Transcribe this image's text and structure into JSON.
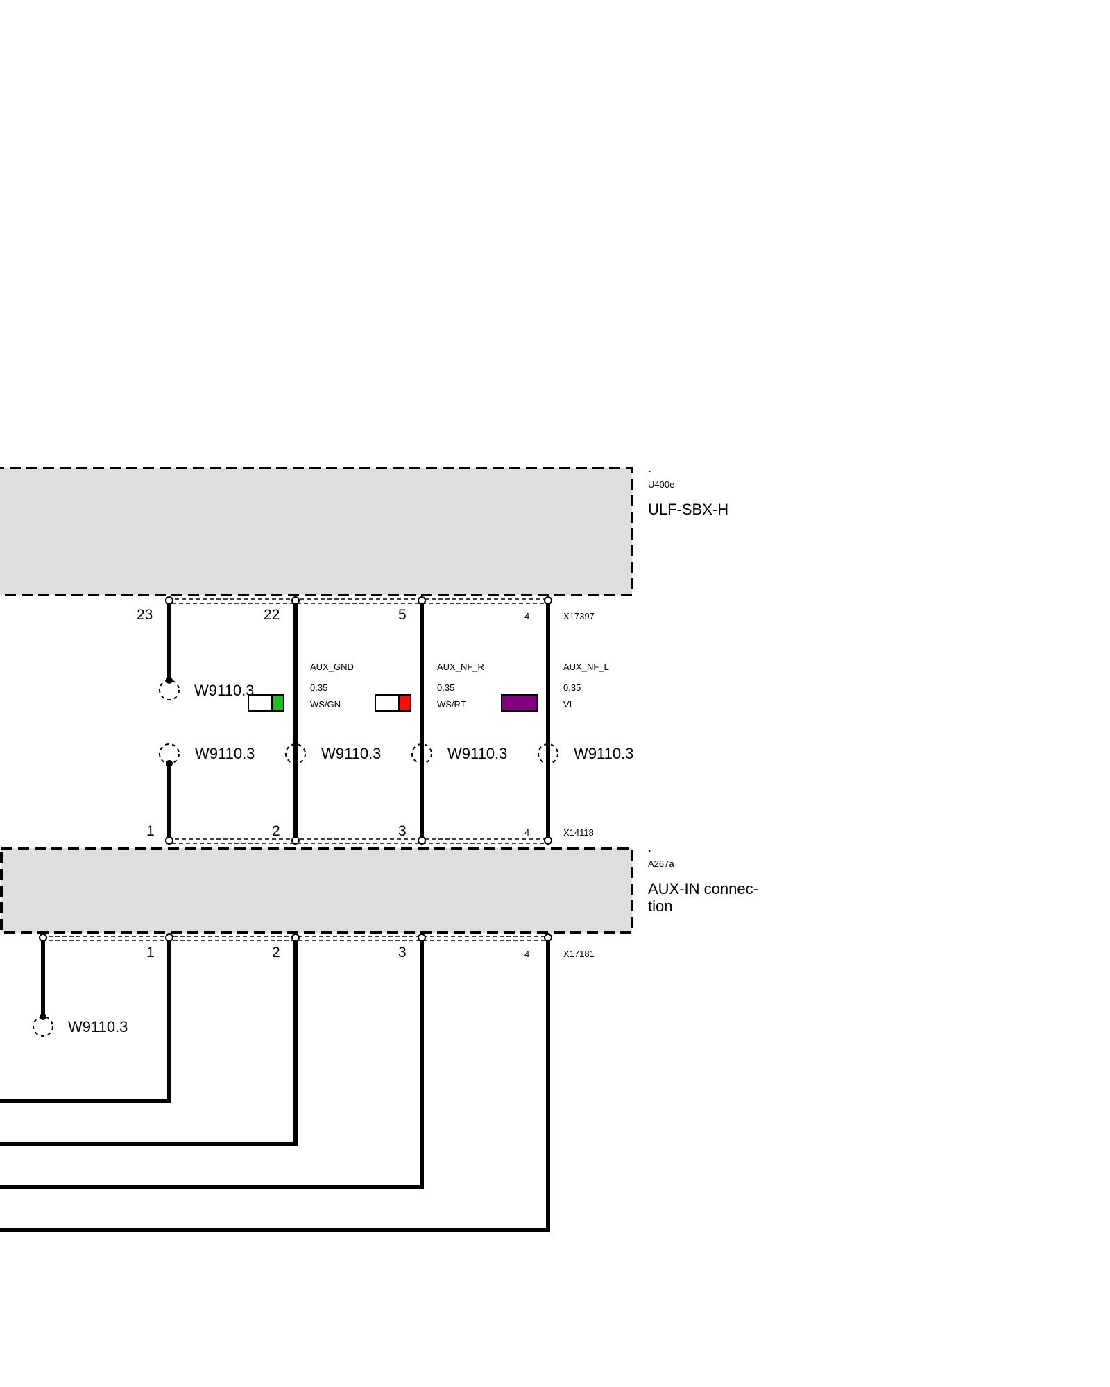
{
  "components": {
    "top": {
      "dot": ".",
      "code": "U400e",
      "name": "ULF-SBX-H"
    },
    "bottom": {
      "dot": ".",
      "code": "A267a",
      "name_line1": "AUX-IN connec-",
      "name_line2": "tion"
    }
  },
  "connectors": {
    "top": {
      "id": "X17397",
      "pins": [
        "23",
        "22",
        "5",
        "4"
      ]
    },
    "middle": {
      "id": "X14118",
      "pins": [
        "1",
        "2",
        "3",
        "4"
      ]
    },
    "bottom": {
      "id": "X17181",
      "pins": [
        "1",
        "2",
        "3",
        "4"
      ]
    }
  },
  "wires": [
    {
      "signal": "AUX_GND",
      "gauge": "0.35",
      "color_code": "WS/GN",
      "color_base": "#ffffff",
      "color_stripe": "#22bb22"
    },
    {
      "signal": "AUX_NF_R",
      "gauge": "0.35",
      "color_code": "WS/RT",
      "color_base": "#ffffff",
      "color_stripe": "#ee1111"
    },
    {
      "signal": "AUX_NF_L",
      "gauge": "0.35",
      "color_code": "VI",
      "color_base": "#800080",
      "color_stripe": "#800080"
    }
  ],
  "shields": {
    "upper": "W9110.3",
    "row": [
      "W9110.3",
      "W9110.3",
      "W9110.3",
      "W9110.3"
    ],
    "lower": "W9110.3"
  },
  "colors": {
    "box_fill": "#dedede",
    "line": "#000000"
  }
}
